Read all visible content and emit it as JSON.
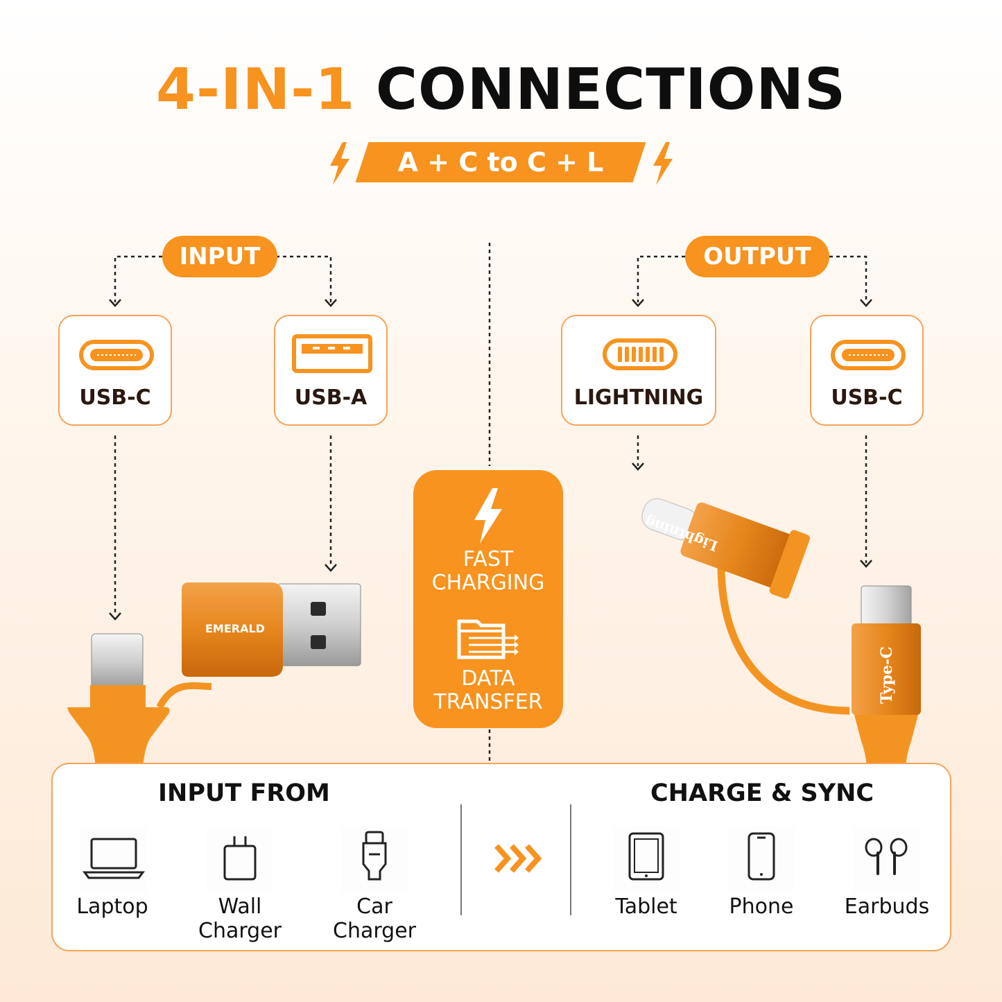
{
  "headline": {
    "accent": "4-IN-1",
    "main": "CONNECTIONS"
  },
  "banner": {
    "text": "A + C to C + L"
  },
  "input_section": {
    "label": "INPUT",
    "ports": [
      {
        "label": "USB-C",
        "icon": "usb-c-port-icon"
      },
      {
        "label": "USB-A",
        "icon": "usb-a-port-icon"
      }
    ]
  },
  "output_section": {
    "label": "OUTPUT",
    "ports": [
      {
        "label": "LIGHTNING",
        "icon": "lightning-port-icon"
      },
      {
        "label": "USB-C",
        "icon": "usb-c-port-icon"
      }
    ]
  },
  "features": {
    "fast_charging_line1": "FAST",
    "fast_charging_line2": "CHARGING",
    "data_transfer_line1": "DATA",
    "data_transfer_line2": "TRANSFER"
  },
  "product": {
    "brand": "EMERALD",
    "lightning_tip_text": "Lightning",
    "type_c_tip_text": "Type-C"
  },
  "bottom": {
    "input_heading": "INPUT FROM",
    "output_heading": "CHARGE & SYNC",
    "input_devices": [
      {
        "label_line1": "Laptop",
        "label_line2": "",
        "icon": "laptop-icon"
      },
      {
        "label_line1": "Wall",
        "label_line2": "Charger",
        "icon": "wall-charger-icon"
      },
      {
        "label_line1": "Car",
        "label_line2": "Charger",
        "icon": "car-charger-icon"
      }
    ],
    "output_devices": [
      {
        "label_line1": "Tablet",
        "icon": "tablet-icon"
      },
      {
        "label_line1": "Phone",
        "icon": "phone-icon"
      },
      {
        "label_line1": "Earbuds",
        "icon": "earbuds-icon"
      }
    ]
  },
  "colors": {
    "accent": "#f7931e",
    "dark": "#0e0e0e",
    "border": "#f5a35a",
    "label_text": "#2a1810"
  }
}
